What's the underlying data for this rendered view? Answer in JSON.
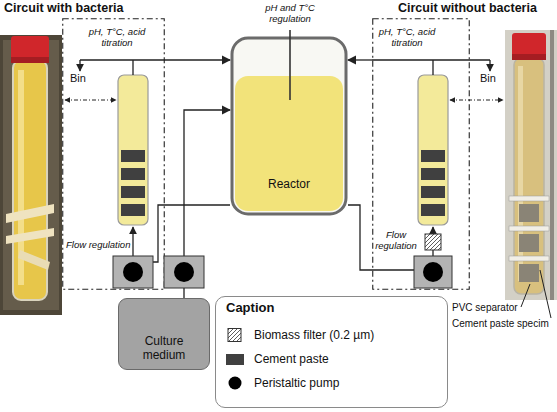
{
  "diagram": {
    "nodes": [
      {
        "text": [
          "Circuit with bacteria"
        ]
      },
      {
        "text": [
          "Reactor"
        ]
      },
      {
        "text": [
          "Circuit without bacteria"
        ]
      },
      {
        "text": [
          "Culture medium"
        ]
      },
      {
        "text": [
          "Caption"
        ]
      }
    ],
    "edges": [
      {
        "from": 0,
        "to": 1,
        "arrow": "to"
      },
      {
        "from": 1,
        "to": 0,
        "arrow": "none"
      },
      {
        "from": 2,
        "to": 1,
        "arrow": "to"
      },
      {
        "from": 1,
        "to": 2,
        "arrow": "none"
      },
      {
        "from": 3,
        "to": 1,
        "arrow": "to"
      }
    ],
    "labels": [
      "Bin",
      "pH, T°C, acid titration",
      "Flow regulation",
      "pH and T°C regulation",
      "pH, T°C, acid titration",
      "Bin",
      "Flow regulation",
      "PVC separator",
      "Cement paste specim"
    ],
    "legend": [
      {
        "text": "Biomass filter (0.2 µm)"
      },
      {
        "text": "Cement paste",
        "color": "#404040"
      },
      {
        "text": "Peristaltic pump"
      }
    ]
  }
}
